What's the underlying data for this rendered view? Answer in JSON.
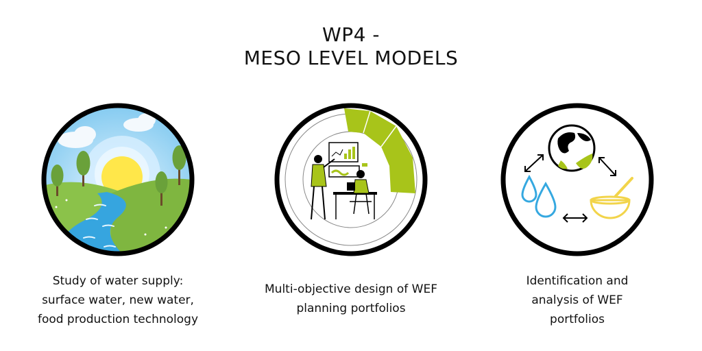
{
  "header": {
    "line1": "WP4 -",
    "line2": "MESO LEVEL MODELS"
  },
  "panels": [
    {
      "icon": "landscape-river-icon",
      "caption_lines": [
        "Study of water supply:",
        "surface water, new water,",
        "food production technology"
      ]
    },
    {
      "icon": "multi-objective-design-icon",
      "caption_lines": [
        "Multi-objective design of WEF",
        "planning portfolios"
      ]
    },
    {
      "icon": "wef-portfolio-icon",
      "caption_lines": [
        "Identification and",
        "analysis of WEF",
        "portfolios"
      ]
    }
  ],
  "colors": {
    "ring": "#000000",
    "accent_green": "#a8c41a",
    "water_blue": "#35a8e0",
    "sun_yellow": "#ffe74a",
    "food_yellow": "#f2d44a"
  }
}
